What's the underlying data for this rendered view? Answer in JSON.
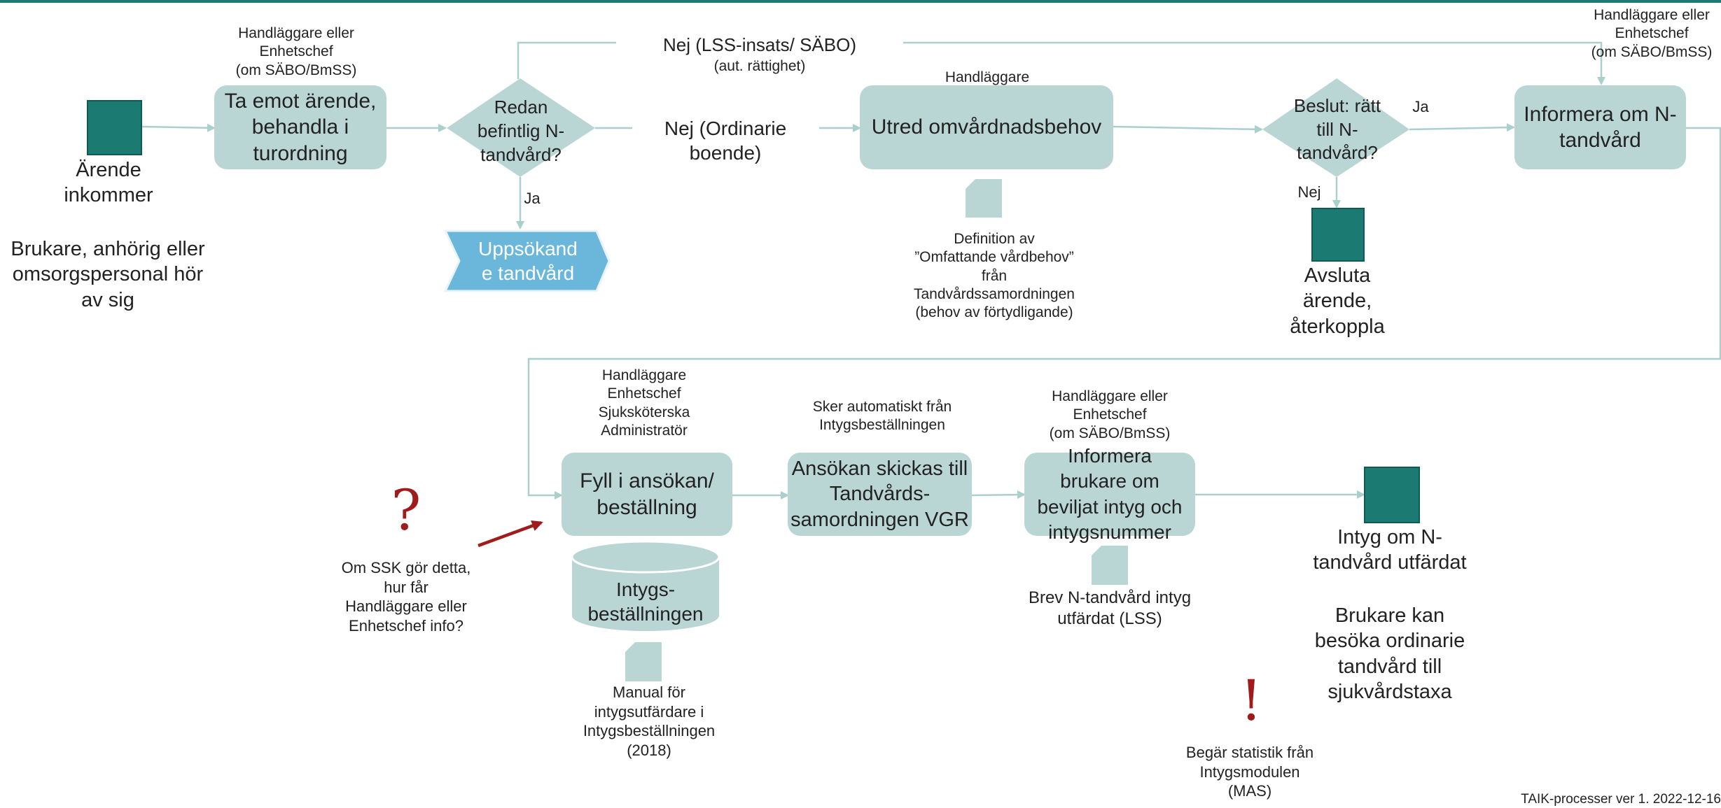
{
  "colors": {
    "box_fill": "#b9d6d4",
    "connector": "#a9d0cd",
    "terminal_fill": "#1b7a72",
    "chevron_fill": "#6bb7dc",
    "accent_red": "#a01c1c",
    "top_bar": "#1b7a72"
  },
  "row1": {
    "start_label": "Ärende\ninkommer",
    "start_note": "Brukare, anhörig eller\nomsorgspersonal hör\nav sig",
    "role_receive": "Handläggare eller\nEnhetschef\n(om SÄBO/BmSS)",
    "receive_box": "Ta emot ärende,\nbehandla i\nturordning",
    "decision_existing": "Redan\nbefintlig N-\ntandvård?",
    "branch_lss": "Nej (LSS-insats/ SÄBO)",
    "branch_lss_sub": "(aut. rättighet)",
    "branch_ordinary": "Nej (Ordinarie\nboende)",
    "branch_yes_existing": "Ja",
    "outreach_chevron": "Uppsökand\ne tandvård",
    "role_assess": "Handläggare",
    "assess_box": "Utred omvårdnadsbehov",
    "assess_doc_note": "Definition av\n”Omfattande vårdbehov”\nfrån\nTandvårdssamordningen\n(behov av förtydligande)",
    "decision_right": "Beslut: rätt\ntill N-\ntandvård?",
    "decision_yes": "Ja",
    "decision_no": "Nej",
    "close_label": "Avsluta\närende,\nåterkoppla",
    "role_inform": "Handläggare eller\nEnhetschef\n(om SÄBO/BmSS)",
    "inform_box": "Informera om N-\ntandvård"
  },
  "row2": {
    "role_fill": "Handläggare\nEnhetschef\nSjuksköterska\nAdministratör",
    "fill_box": "Fyll i ansökan/\nbeställning",
    "question_mark": "?",
    "question_note": "Om SSK gör detta,\nhur får\nHandläggare eller\nEnhetschef info?",
    "database_label": "Intygs-\nbeställningen",
    "manual_note": "Manual för\nintygsutfärdare i\nIntygsbeställningen\n(2018)",
    "auto_note": "Sker automatiskt från\nIntygsbeställningen",
    "send_box": "Ansökan skickas till\nTandvårds-\nsamordningen VGR",
    "role_inform2": "Handläggare eller\nEnhetschef\n(om SÄBO/BmSS)",
    "inform2_box": "Informera\nbrukare om\nbeviljat intyg och\nintygsnummer",
    "letter_note": "Brev N-tandvård intyg\nutfärdat (LSS)",
    "exclamation": "!",
    "stats_note": "Begär statistik från\nIntygsmodulen\n(MAS)",
    "end_label": "Intyg om N-\ntandvård utfärdat",
    "end_note": "Brukare kan\nbesöka ordinarie\ntandvård till\nsjukvårdstaxa"
  },
  "footer": "TAIK-processer ver 1. 2022-12-16"
}
